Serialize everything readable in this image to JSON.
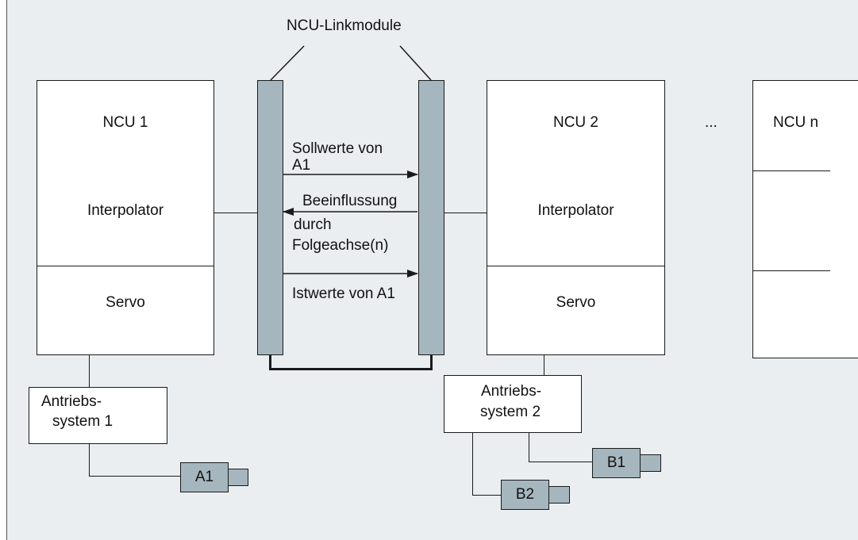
{
  "title": "NCU-Linkmodule",
  "ncu1": {
    "name": "NCU 1",
    "interpolator": "Interpolator",
    "servo": "Servo"
  },
  "ncu2": {
    "name": "NCU 2",
    "interpolator": "Interpolator",
    "servo": "Servo"
  },
  "ncun": {
    "name": "NCU n"
  },
  "ellipsis": "...",
  "link": {
    "sollwerte_line1": "Sollwerte von",
    "sollwerte_line2": "A1",
    "beeinflussung_line1": "Beeinflussung",
    "beeinflussung_line2": "durch",
    "beeinflussung_line3": "Folgeachse(n)",
    "istwerte": "Istwerte von A1"
  },
  "drive1": {
    "line1": "Antriebs-",
    "line2": "system 1"
  },
  "drive2": {
    "line1": "Antriebs-",
    "line2": "system 2"
  },
  "motors": {
    "a1": "A1",
    "b1": "B1",
    "b2": "B2"
  },
  "colors": {
    "background": "#eaeef0",
    "module_fill": "#a6b6bf",
    "line": "#1a1a1a"
  }
}
